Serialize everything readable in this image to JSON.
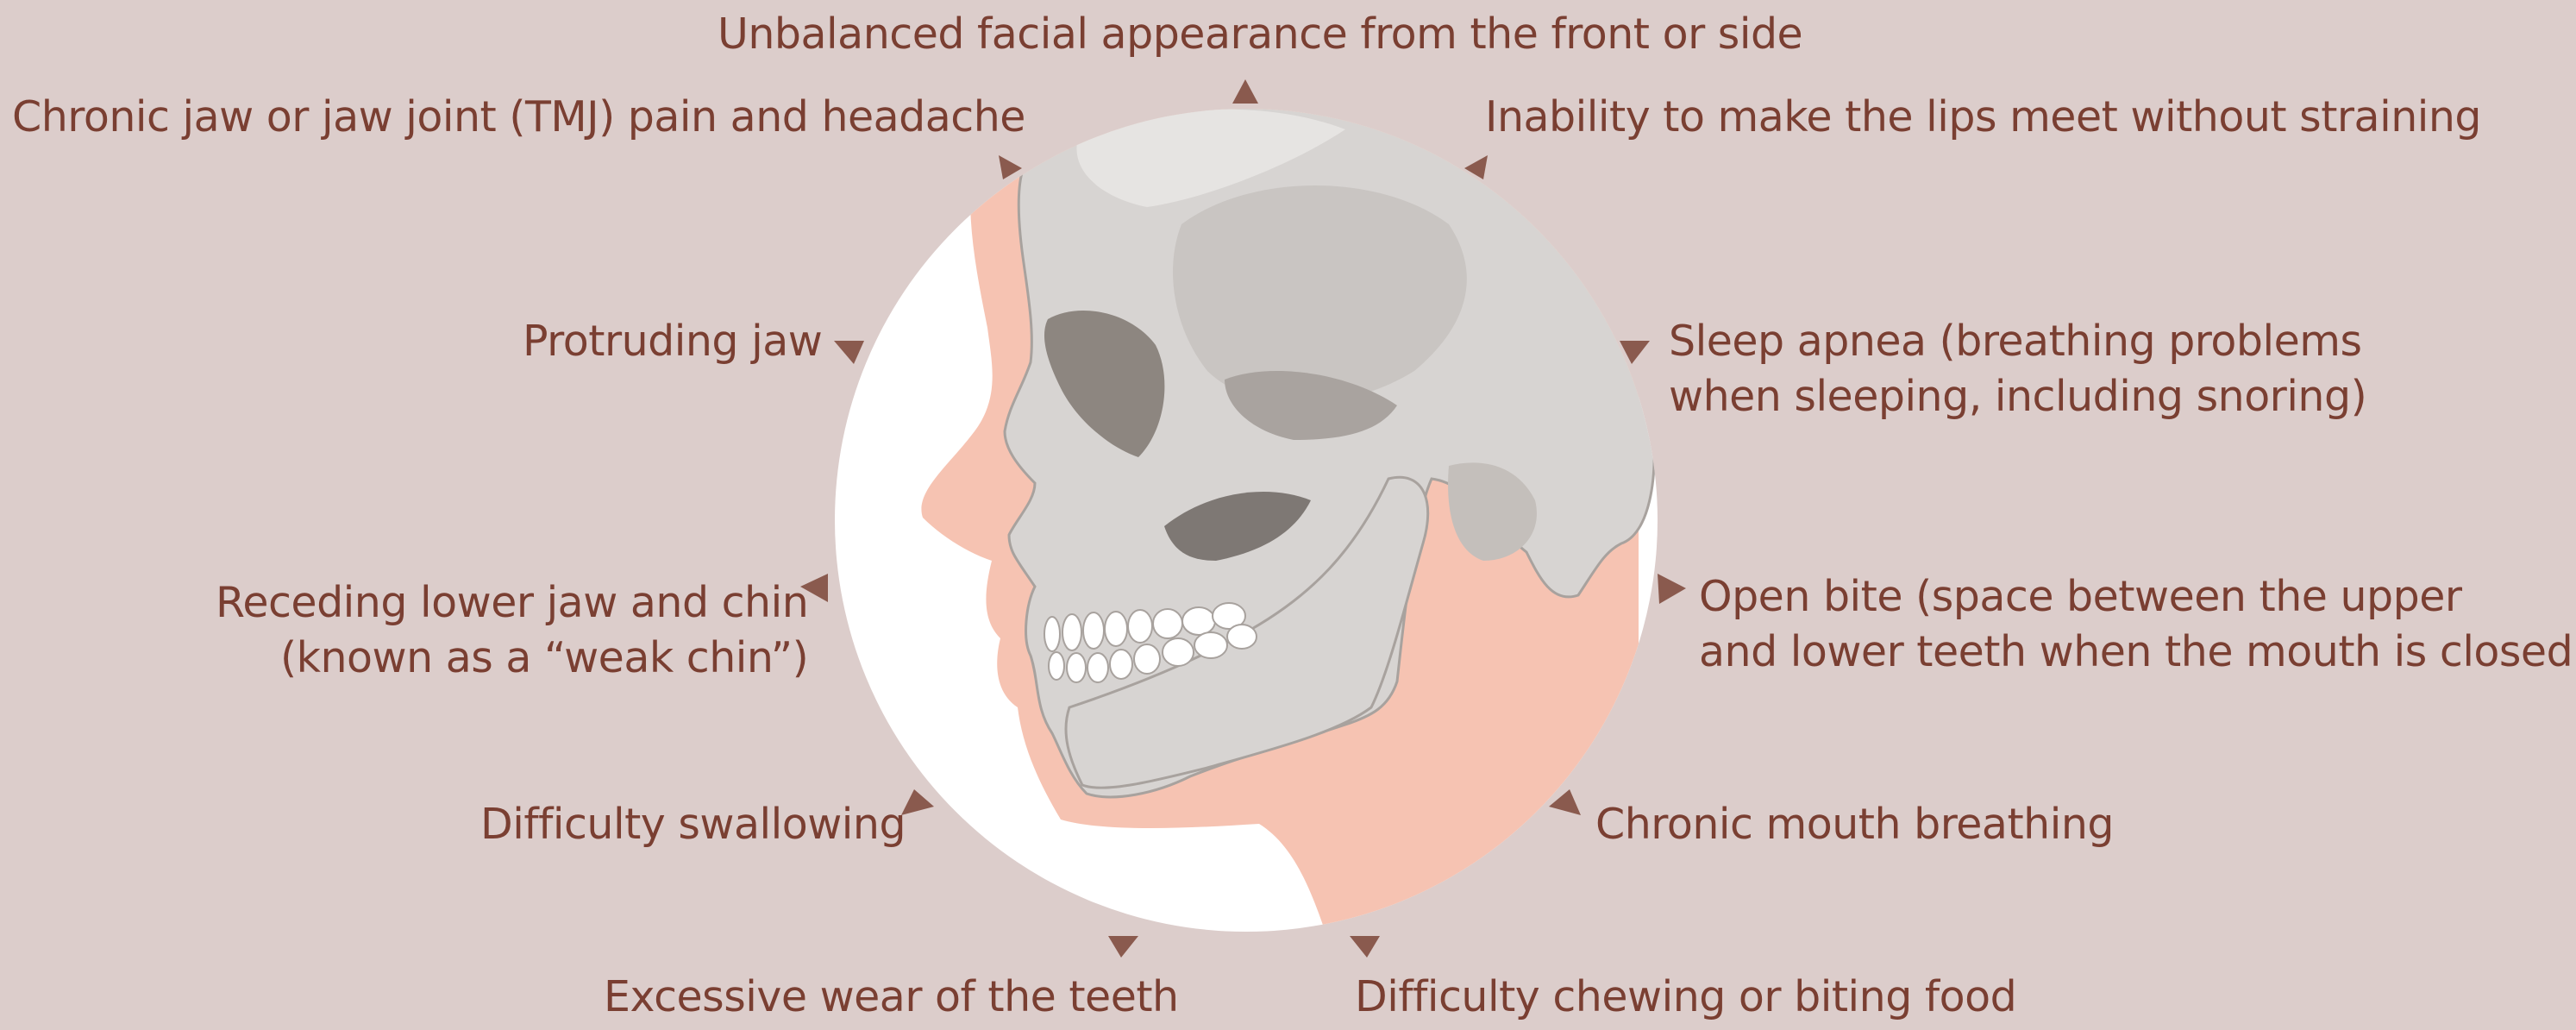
{
  "colors": {
    "background": "#dccdcb",
    "text": "#7a3f32",
    "arrow": "#8a5a4e",
    "circle": "#ffffff",
    "skin": "#f6c3b2",
    "bone": "#d7d4d2",
    "bone_shadow": "#bcb8b5"
  },
  "labels": {
    "top": "Unbalanced facial appearance from the front or side",
    "tmj": "Chronic jaw or jaw joint (TMJ) pain and headache",
    "lips": "Inability to make the lips meet without straining",
    "protruding": "Protruding jaw",
    "sleep_line1": "Sleep apnea (breathing problems",
    "sleep_line2": "when sleeping, including snoring)",
    "receding_line1": "Receding lower jaw and chin",
    "receding_line2": "(known as a “weak chin”)",
    "openbite_line1": "Open bite (space between the upper",
    "openbite_line2": "and lower teeth when the mouth is closed)",
    "swallowing": "Difficulty swallowing",
    "mouth_breathing": "Chronic mouth breathing",
    "wear": "Excessive wear of the teeth",
    "chewing": "Difficulty chewing or biting food"
  },
  "icons": [
    "skull-profile-illustration",
    "triangle-arrow-icon"
  ]
}
